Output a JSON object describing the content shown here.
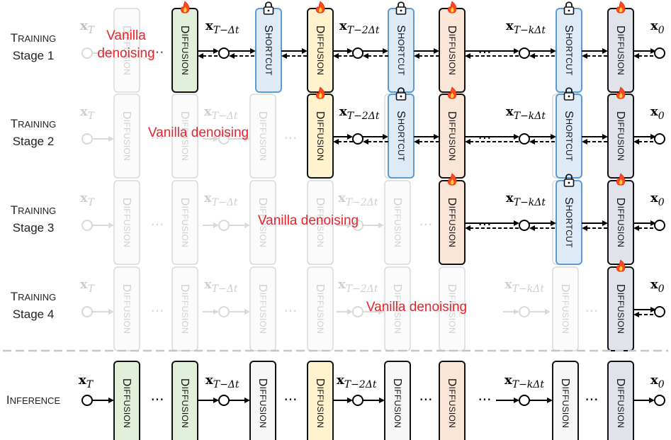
{
  "rows": [
    {
      "label_big": "T",
      "label_rest": "RAINING",
      "label_line2": "Stage 1",
      "vanilla": [
        "Vanilla",
        "denoising"
      ],
      "active_from": 2,
      "states": [
        "x_T",
        "",
        "x_{T−Δt}",
        "x_{T−2Δt}",
        "",
        "x_{T−kΔt}",
        "x_0"
      ]
    },
    {
      "label_big": "T",
      "label_rest": "RAINING",
      "label_line2": "Stage 2",
      "vanilla": [
        "Vanilla denoising"
      ],
      "active_from": 4,
      "states": [
        "x_T",
        "",
        "x_{T−Δt}",
        "x_{T−2Δt}",
        "",
        "x_{T−kΔt}",
        "x_0"
      ]
    },
    {
      "label_big": "T",
      "label_rest": "RAINING",
      "label_line2": "Stage 3",
      "vanilla": [
        "Vanilla denoising"
      ],
      "active_from": 8,
      "states": [
        "x_T",
        "",
        "x_{T−Δt}",
        "x_{T−2Δt}",
        "",
        "x_{T−kΔt}",
        "x_0"
      ]
    },
    {
      "label_big": "T",
      "label_rest": "RAINING",
      "label_line2": "Stage 4",
      "vanilla": [
        "Vanilla denoising"
      ],
      "active_from": 12,
      "states": [
        "x_T",
        "",
        "x_{T−Δt}",
        "x_{T−2Δt}",
        "",
        "x_{T−kΔt}",
        "x_0"
      ]
    }
  ],
  "inference": {
    "label_big": "I",
    "label_rest": "NFERENCE",
    "states": [
      "x_T",
      "",
      "x_{T−Δt}",
      "x_{T−2Δt}",
      "",
      "x_{T−kΔt}",
      "x_0"
    ]
  },
  "blocks": {
    "diffusion": {
      "big": "D",
      "rest": "IFFUSION"
    },
    "shortcut": {
      "big": "S",
      "rest": "HORTCUT"
    }
  },
  "icons": {
    "trainable": "flame-icon",
    "frozen": "lock-icon"
  },
  "colors": {
    "green": "#e2efda",
    "yellow": "#fff2cc",
    "blue": "#deebf7",
    "orange": "#fbe5d6",
    "gray": "#e0e3ea",
    "white": "#f7f7f7",
    "shortcut_border": "#5b9bd5",
    "accent_red": "#e8242a"
  },
  "dots": "···"
}
